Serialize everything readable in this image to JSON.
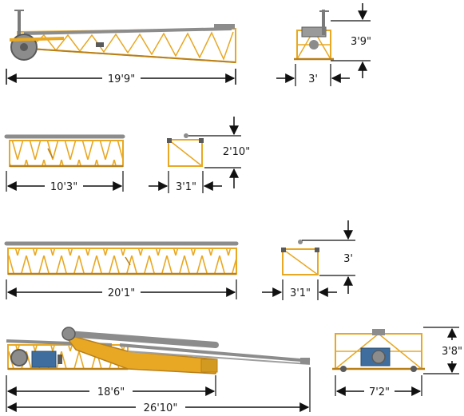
{
  "components": [
    {
      "id": "jib-head",
      "length_label": "19'9\"",
      "height_label": "3'9\"",
      "width_label": "3'"
    },
    {
      "id": "section-short",
      "length_label": "10'3\"",
      "height_label": "2'10\"",
      "width_label": "3'1\""
    },
    {
      "id": "section-long",
      "length_label": "20'1\"",
      "height_label": "3'",
      "width_label": "3'1\""
    },
    {
      "id": "base-section",
      "length_label": "18'6\"",
      "overall_length_label": "26'10\"",
      "height_label": "3'8\"",
      "width_label": "7'2\""
    }
  ],
  "colors": {
    "truss": "#e8a823",
    "truss_dark": "#b9801a",
    "steel": "#8c8c8c",
    "steel_dark": "#5a5a5a",
    "motor": "#3f6e9e",
    "line": "#111111"
  }
}
